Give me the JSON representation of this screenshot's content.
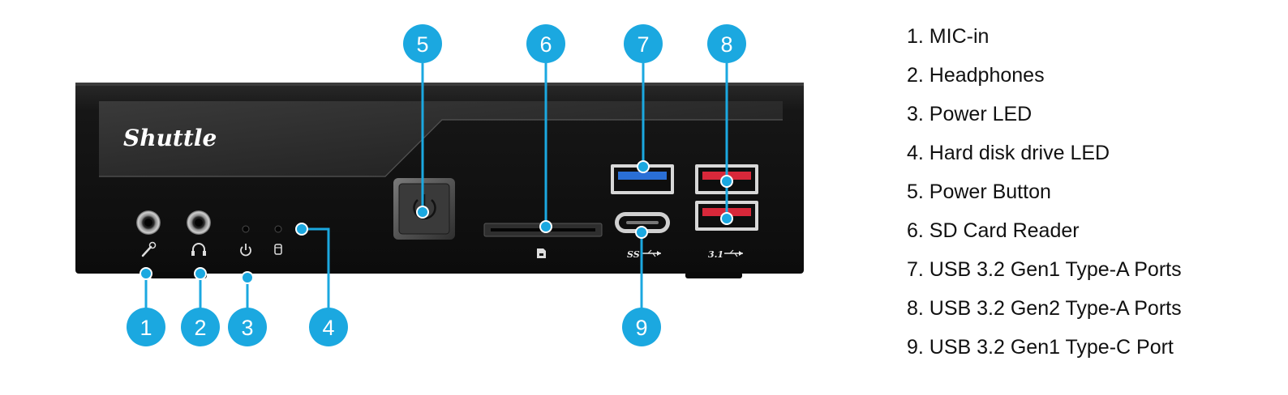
{
  "device": {
    "brand": "Shuttle",
    "port_labels": {
      "usb_c": "SS",
      "usb_gen2": "3.1"
    }
  },
  "callouts": [
    {
      "number": "1",
      "target": "mic-in-jack"
    },
    {
      "number": "2",
      "target": "headphones-jack"
    },
    {
      "number": "3",
      "target": "power-led"
    },
    {
      "number": "4",
      "target": "hdd-led"
    },
    {
      "number": "5",
      "target": "power-button"
    },
    {
      "number": "6",
      "target": "sd-card-slot"
    },
    {
      "number": "7",
      "target": "usb-a-gen1-port"
    },
    {
      "number": "8",
      "target": "usb-a-gen2-ports"
    },
    {
      "number": "9",
      "target": "usb-c-port"
    }
  ],
  "legend": [
    "1. MIC-in",
    "2. Headphones",
    "3. Power LED",
    "4. Hard disk drive LED",
    "5. Power Button",
    "6. SD Card Reader",
    "7. USB 3.2 Gen1 Type-A Ports",
    "8. USB 3.2 Gen2 Type-A Ports",
    "9. USB 3.2 Gen1 Type-C Port"
  ],
  "colors": {
    "callout": "#1ba8e0",
    "chassis": "#141414",
    "usb3_blue": "#2a6fd6",
    "usb_gen2_red": "#d8283a"
  }
}
